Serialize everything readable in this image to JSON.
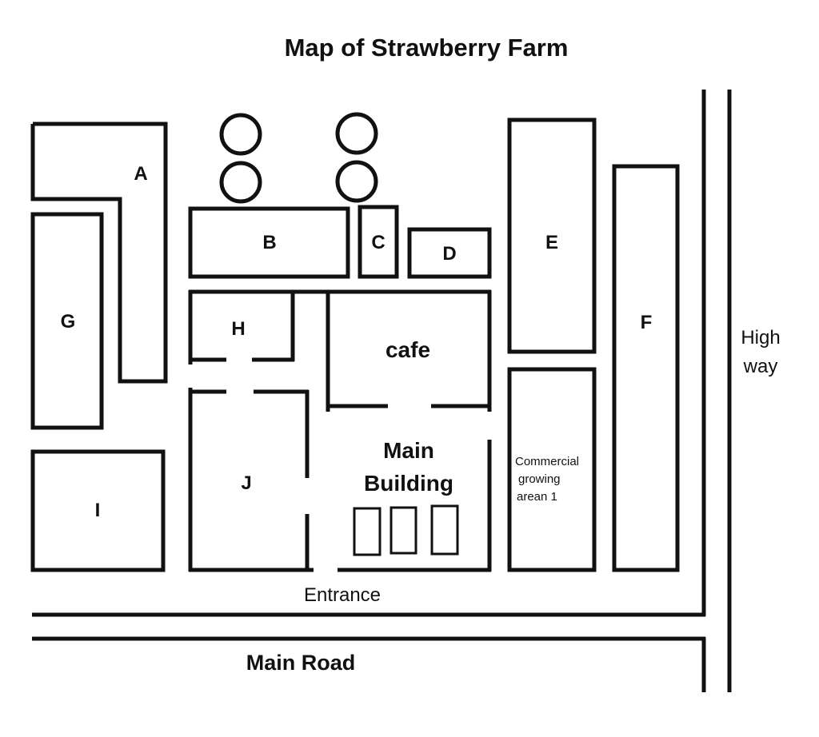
{
  "title": "Map of Strawberry Farm",
  "areas": {
    "a": "A",
    "b": "B",
    "c": "C",
    "d": "D",
    "e": "E",
    "f": "F",
    "g": "G",
    "h": "H",
    "i": "I",
    "j": "J",
    "cafe": "cafe",
    "main_building_line1": "Main",
    "main_building_line2": "Building",
    "commercial_line1": "Commercial",
    "commercial_line2": "growing",
    "commercial_line3": "arean 1"
  },
  "roads": {
    "entrance": "Entrance",
    "main_road": "Main Road",
    "highway_line1": "High",
    "highway_line2": "way"
  }
}
